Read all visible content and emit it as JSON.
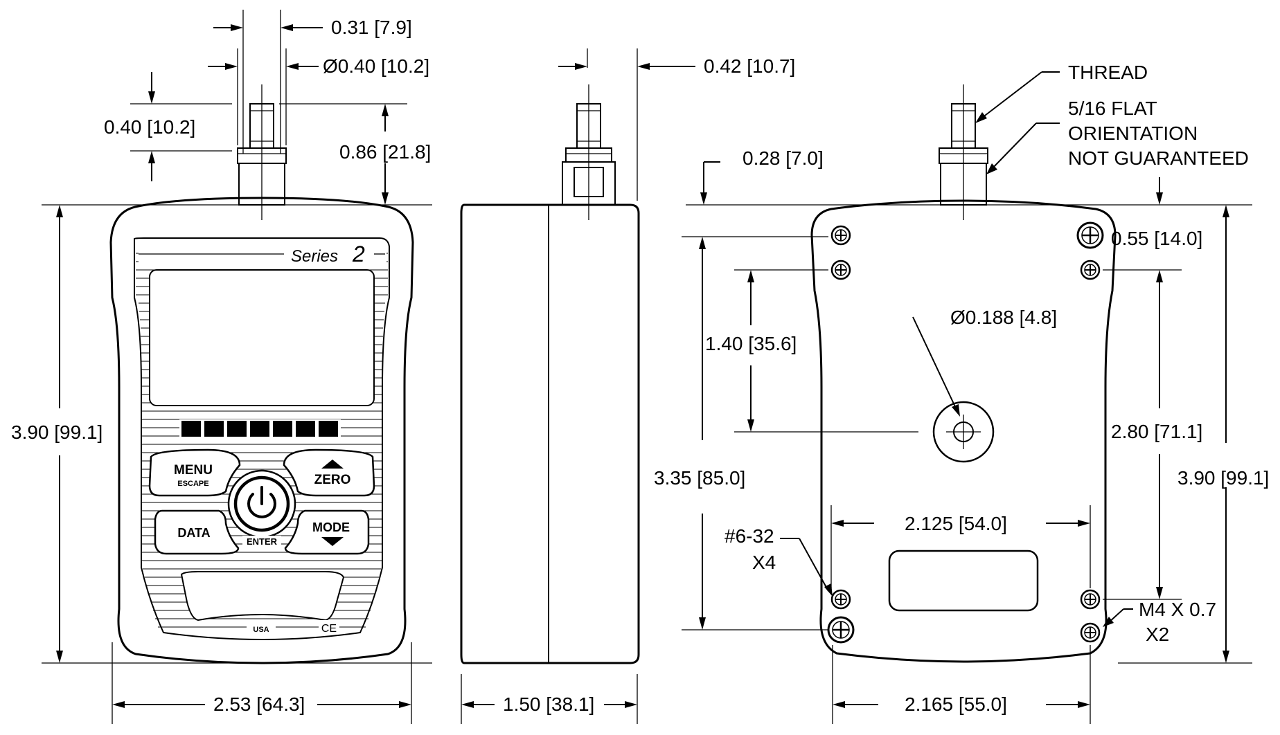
{
  "front_view": {
    "brand": "Series",
    "brand_num": "2",
    "buttons": {
      "menu": "MENU",
      "escape": "ESCAPE",
      "zero": "ZERO",
      "data": "DATA",
      "mode": "MODE",
      "enter": "ENTER"
    },
    "origin": "USA",
    "cert": "CE"
  },
  "dimensions": {
    "front_shaft_width": "0.31 [7.9]",
    "front_collar_dia": "Ø0.40 [10.2]",
    "front_thread_len": "0.40 [10.2]",
    "front_shaft_height": "0.86 [21.8]",
    "front_height": "3.90 [99.1]",
    "front_width": "2.53 [64.3]",
    "side_offset": "0.42 [10.7]",
    "side_depth": "1.50 [38.1]",
    "rear_top_offset": "0.28 [7.0]",
    "rear_hole_dia": "Ø0.188 [4.8]",
    "rear_hole_height": "1.40 [35.6]",
    "rear_small_hole_span": "3.35 [85.0]",
    "rear_top_edge": "0.55 [14.0]",
    "rear_large_hole_span": "2.80 [71.1]",
    "rear_height": "3.90 [99.1]",
    "rear_small_hole_width": "2.125 [54.0]",
    "rear_large_hole_width": "2.165 [55.0]"
  },
  "callouts": {
    "thread": "THREAD",
    "flat_line1": "5/16 FLAT",
    "flat_line2": "ORIENTATION",
    "flat_line3": "NOT GUARANTEED",
    "small_screw": "#6-32",
    "small_screw_qty": "X4",
    "large_screw": "M4 X 0.7",
    "large_screw_qty": "X2"
  }
}
